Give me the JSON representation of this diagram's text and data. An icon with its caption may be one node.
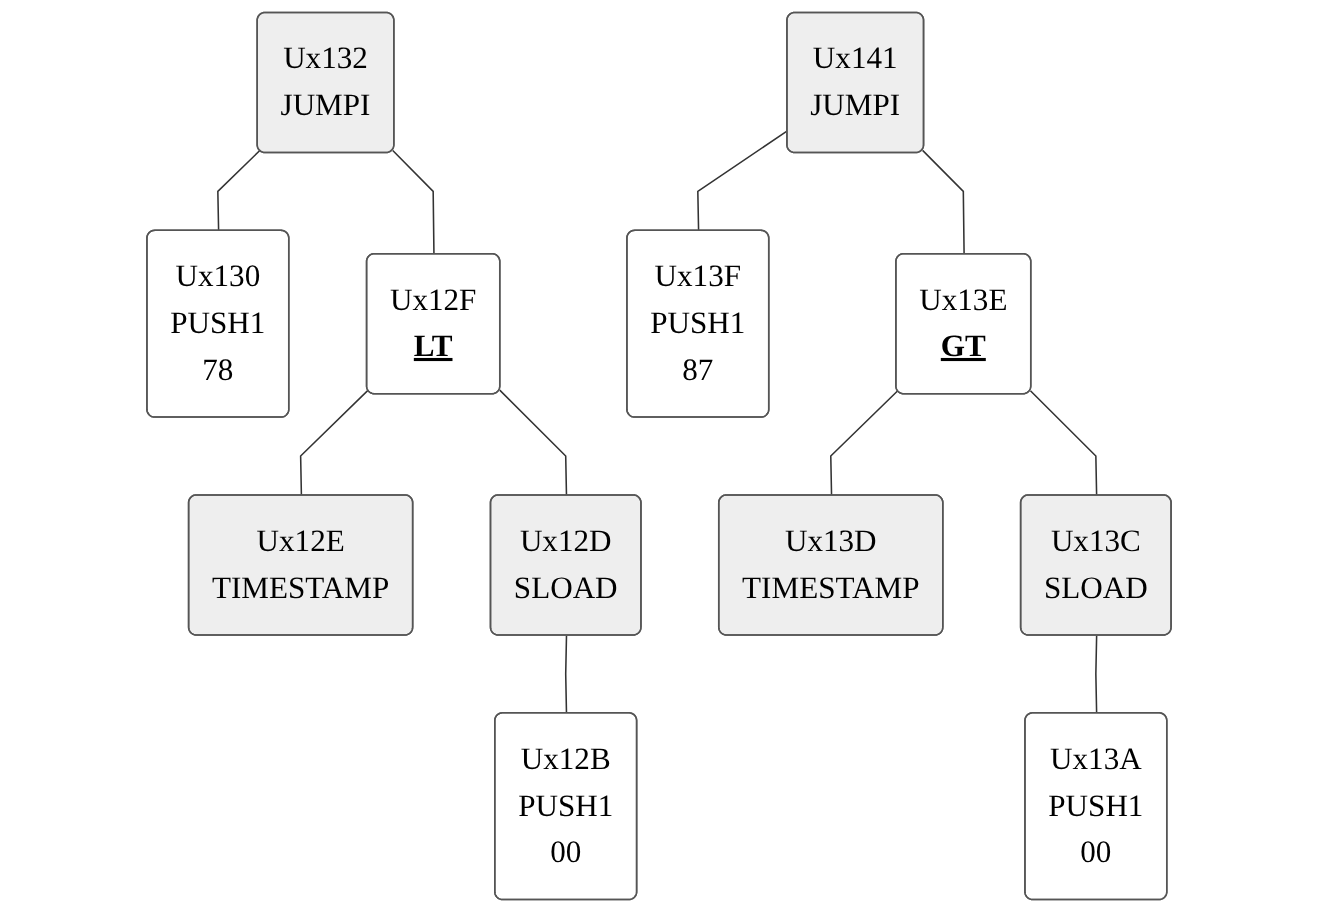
{
  "diagram": {
    "nodes": [
      {
        "text": [
          "Ux132",
          "JUMPI"
        ]
      },
      {
        "text": [
          "Ux130",
          "PUSH1",
          "78"
        ]
      },
      {
        "text": [
          "Ux12F",
          "LT"
        ]
      },
      {
        "text": [
          "Ux12E",
          "TIMESTAMP"
        ]
      },
      {
        "text": [
          "Ux12D",
          "SLOAD"
        ]
      },
      {
        "text": [
          "Ux12B",
          "PUSH1",
          "00"
        ]
      },
      {
        "text": [
          "Ux141",
          "JUMPI"
        ]
      },
      {
        "text": [
          "Ux13F",
          "PUSH1",
          "87"
        ]
      },
      {
        "text": [
          "Ux13E",
          "GT"
        ]
      },
      {
        "text": [
          "Ux13D",
          "TIMESTAMP"
        ]
      },
      {
        "text": [
          "Ux13C",
          "SLOAD"
        ]
      },
      {
        "text": [
          "Ux13A",
          "PUSH1",
          "00"
        ]
      }
    ],
    "edges": [
      {
        "from": 0,
        "to": 1,
        "arrow": "none"
      },
      {
        "from": 0,
        "to": 2,
        "arrow": "none"
      },
      {
        "from": 2,
        "to": 3,
        "arrow": "none"
      },
      {
        "from": 2,
        "to": 4,
        "arrow": "none"
      },
      {
        "from": 4,
        "to": 5,
        "arrow": "none"
      },
      {
        "from": 6,
        "to": 7,
        "arrow": "none"
      },
      {
        "from": 6,
        "to": 8,
        "arrow": "none"
      },
      {
        "from": 8,
        "to": 9,
        "arrow": "none"
      },
      {
        "from": 8,
        "to": 10,
        "arrow": "none"
      },
      {
        "from": 10,
        "to": 11,
        "arrow": "none"
      }
    ]
  }
}
